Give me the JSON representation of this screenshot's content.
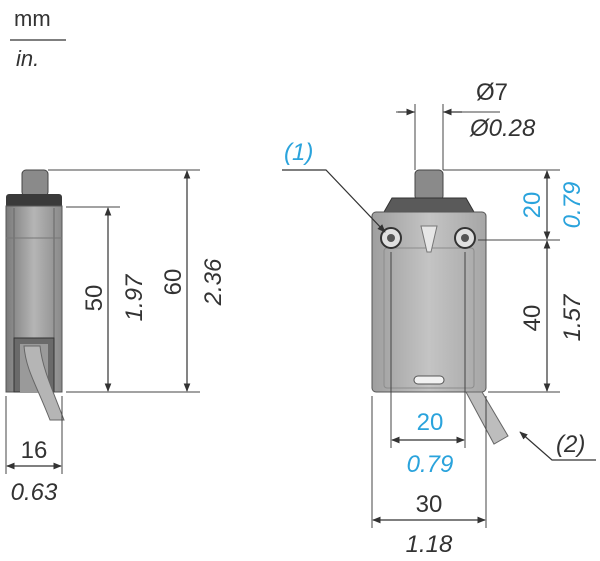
{
  "units": {
    "primary": "mm",
    "secondary": "in."
  },
  "side_view": {
    "height_50_mm": "50",
    "height_50_in": "1.97",
    "height_60_mm": "60",
    "height_60_in": "2.36",
    "width_16_mm": "16",
    "width_16_in": "0.63"
  },
  "front_view": {
    "plunger_diameter_mm": "Ø7",
    "plunger_diameter_in": "Ø0.28",
    "plunger_travel_mm": "20",
    "plunger_travel_in": "0.79",
    "body_height_mm": "40",
    "body_height_in": "1.57",
    "hole_spacing_mm": "20",
    "hole_spacing_in": "0.79",
    "width_30_mm": "30",
    "width_30_in": "1.18",
    "callout_1": "(1)",
    "callout_2": "(2)"
  },
  "colors": {
    "ink": "#333333",
    "accent": "#2aa3dc",
    "body_fill": "#b8b8b8",
    "body_dark": "#5e5e5e"
  }
}
